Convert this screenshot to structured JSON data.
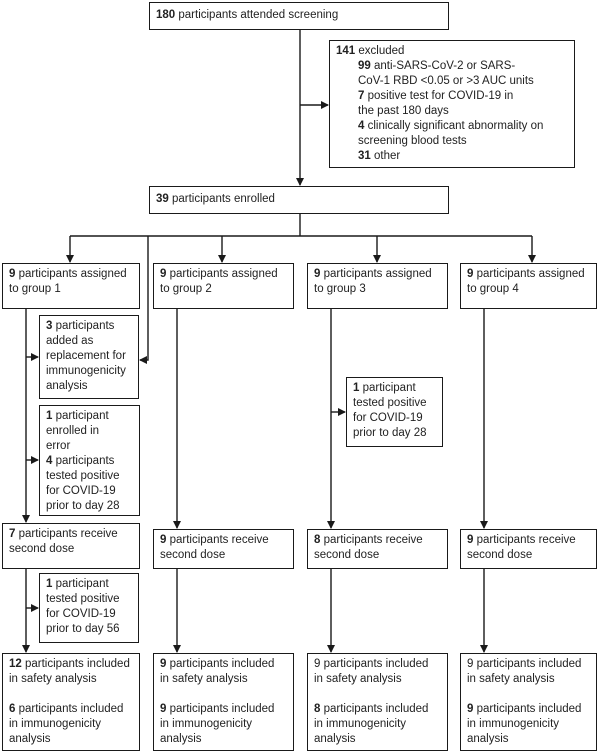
{
  "screening": {
    "count": "180",
    "text": " participants attended screening"
  },
  "excluded": {
    "header_count": "141",
    "header_text": " excluded",
    "r1_count": "99",
    "r1_text": " anti-SARS-CoV-2 or SARS-",
    "r1_cont": "CoV-1 RBD <0.05 or >3 AUC units",
    "r2_count": "7",
    "r2_text": " positive test for COVID-19 in",
    "r2_cont": "the past 180 days",
    "r3_count": "4",
    "r3_text": " clinically significant abnormality on",
    "r3_cont": "screening blood tests",
    "r4_count": "31",
    "r4_text": " other"
  },
  "enrolled": {
    "count": "39",
    "text": " participants enrolled"
  },
  "groups": [
    {
      "count": "9",
      "l1": " participants assigned",
      "l2": "to group 1"
    },
    {
      "count": "9",
      "l1": " participants assigned",
      "l2": "to group 2"
    },
    {
      "count": "9",
      "l1": " participants assigned",
      "l2": "to group 3"
    },
    {
      "count": "9",
      "l1": " participants assigned",
      "l2": "to group 4"
    }
  ],
  "g1_replacement": {
    "count": "3",
    "l1": " participants",
    "l2": "added as",
    "l3": "replacement for",
    "l4": "immunogenicity",
    "l5": "analysis"
  },
  "g1_error": {
    "count1": "1",
    "l1": " participant",
    "l2": "enrolled in",
    "l3": "error",
    "count2": "4",
    "l4": " participants",
    "l5": "tested positive",
    "l6": "for COVID-19",
    "l7": "prior to day 28"
  },
  "g3_positive": {
    "count": "1",
    "l1": " participant",
    "l2": "tested positive",
    "l3": "for COVID-19",
    "l4": "prior to day 28"
  },
  "second_dose": [
    {
      "count": "7",
      "l1": " participants receive",
      "l2": "second dose"
    },
    {
      "count": "9",
      "l1": " participants receive",
      "l2": "second dose"
    },
    {
      "count": "8",
      "l1": " participants receive",
      "l2": "second dose"
    },
    {
      "count": "9",
      "l1": " participants receive",
      "l2": "second dose"
    }
  ],
  "g1_positive56": {
    "count": "1",
    "l1": " participant",
    "l2": "tested positive",
    "l3": "for COVID-19",
    "l4": "prior to day 56"
  },
  "final": [
    {
      "safety_count": "12",
      "s1": " participants included",
      "s2": "in safety analysis",
      "immuno_count": "6",
      "i1": " participants included",
      "i2": "in immunogenicity",
      "i3": "analysis"
    },
    {
      "safety_count": "9",
      "s1": " participants included",
      "s2": "in safety analysis",
      "immuno_count": "9",
      "i1": " participants included",
      "i2": "in immunogenicity",
      "i3": "analysis"
    },
    {
      "safety_count": "",
      "s1": "9 participants included",
      "s2": "in safety analysis",
      "immuno_count": "8",
      "i1": " participants included",
      "i2": "in immunogenicity",
      "i3": "analysis"
    },
    {
      "safety_count": "",
      "s1": "9 participants included",
      "s2": "in safety analysis",
      "immuno_count": "9",
      "i1": " participants included",
      "i2": "in immunogenicity",
      "i3": "analysis"
    }
  ]
}
